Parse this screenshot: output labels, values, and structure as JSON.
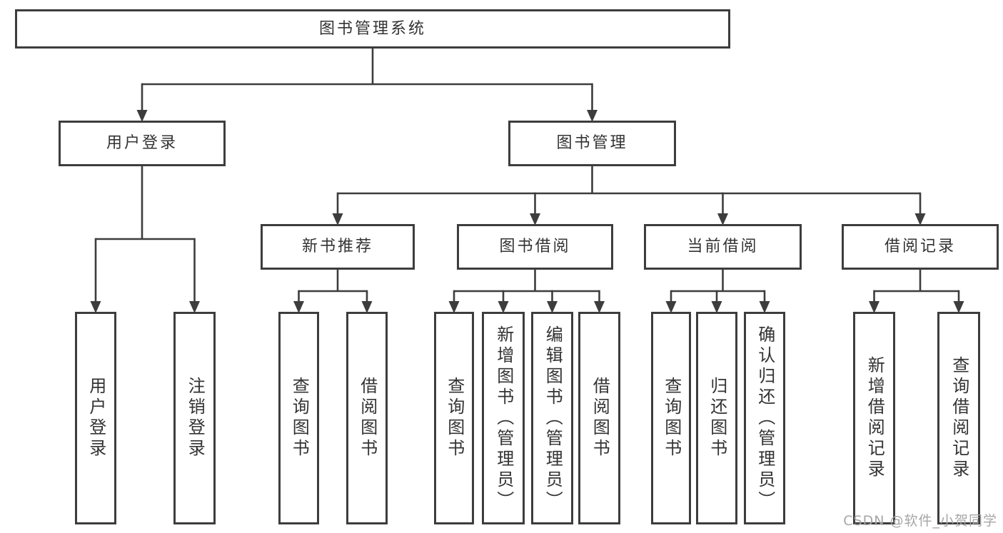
{
  "diagram": {
    "nodes": [
      {
        "id": "root",
        "label": "图书管理系统"
      },
      {
        "id": "user-login",
        "parent": "root",
        "label": "用户登录"
      },
      {
        "id": "book-mgmt",
        "parent": "root",
        "label": "图书管理"
      },
      {
        "id": "new-book-rec",
        "parent": "book-mgmt",
        "label": "新书推荐"
      },
      {
        "id": "book-borrow",
        "parent": "book-mgmt",
        "label": "图书借阅"
      },
      {
        "id": "current-borrow",
        "parent": "book-mgmt",
        "label": "当前借阅"
      },
      {
        "id": "borrow-records",
        "parent": "book-mgmt",
        "label": "借阅记录"
      },
      {
        "id": "user-login-op",
        "parent": "user-login",
        "label": "用户登录",
        "vertical": true
      },
      {
        "id": "logout-op",
        "parent": "user-login",
        "label": "注销登录",
        "vertical": true
      },
      {
        "id": "rec-query-books",
        "parent": "new-book-rec",
        "label": "查询图书",
        "vertical": true
      },
      {
        "id": "rec-borrow-books",
        "parent": "new-book-rec",
        "label": "借阅图书",
        "vertical": true
      },
      {
        "id": "bb-query-books",
        "parent": "book-borrow",
        "label": "查询图书",
        "vertical": true
      },
      {
        "id": "bb-add-book",
        "parent": "book-borrow",
        "label": "新增图书（管理员）",
        "vertical": true
      },
      {
        "id": "bb-edit-book",
        "parent": "book-borrow",
        "label": "编辑图书（管理员）",
        "vertical": true
      },
      {
        "id": "bb-borrow-books",
        "parent": "book-borrow",
        "label": "借阅图书",
        "vertical": true
      },
      {
        "id": "cb-query-books",
        "parent": "current-borrow",
        "label": "查询图书",
        "vertical": true
      },
      {
        "id": "cb-return-book",
        "parent": "current-borrow",
        "label": "归还图书",
        "vertical": true
      },
      {
        "id": "cb-confirm-return",
        "parent": "current-borrow",
        "label": "确认归还（管理员）",
        "vertical": true
      },
      {
        "id": "br-add-record",
        "parent": "borrow-records",
        "label": "新增借阅记录",
        "vertical": true
      },
      {
        "id": "br-query-record",
        "parent": "borrow-records",
        "label": "查询借阅记录",
        "vertical": true
      }
    ]
  },
  "colors": {
    "line": "#3d3d3d",
    "text": "#333333",
    "background": "#ffffff",
    "watermark": "#a6a6a6"
  },
  "watermark": {
    "text": "CSDN @软件_小贺同学"
  }
}
